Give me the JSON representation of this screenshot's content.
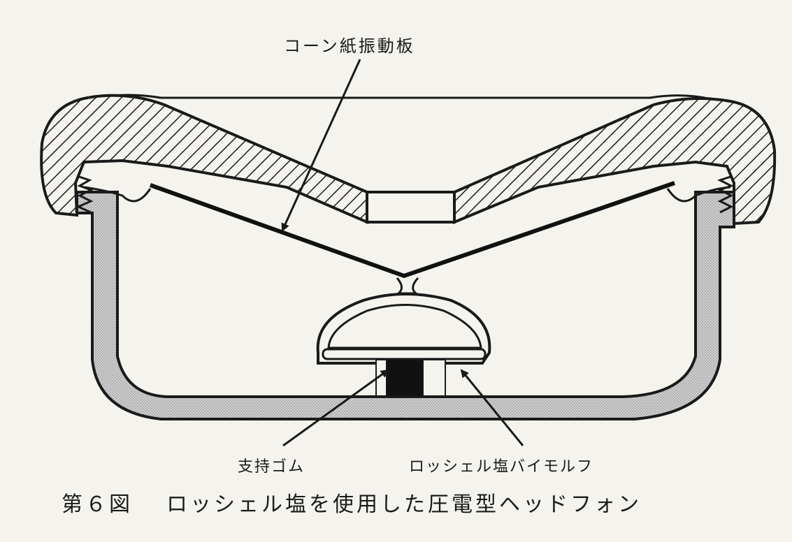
{
  "labels": {
    "cone": "コーン紙振動板",
    "support_rubber": "支持ゴム",
    "bimorph": "ロッシェル塩バイモルフ"
  },
  "caption": {
    "number": "第６図",
    "title": "ロッシェル塩を使用した圧電型ヘッドフォン"
  },
  "colors": {
    "ink": "#1a1a1a",
    "paper": "#f4f3ee",
    "shell_fill": "#c4c4c4"
  }
}
